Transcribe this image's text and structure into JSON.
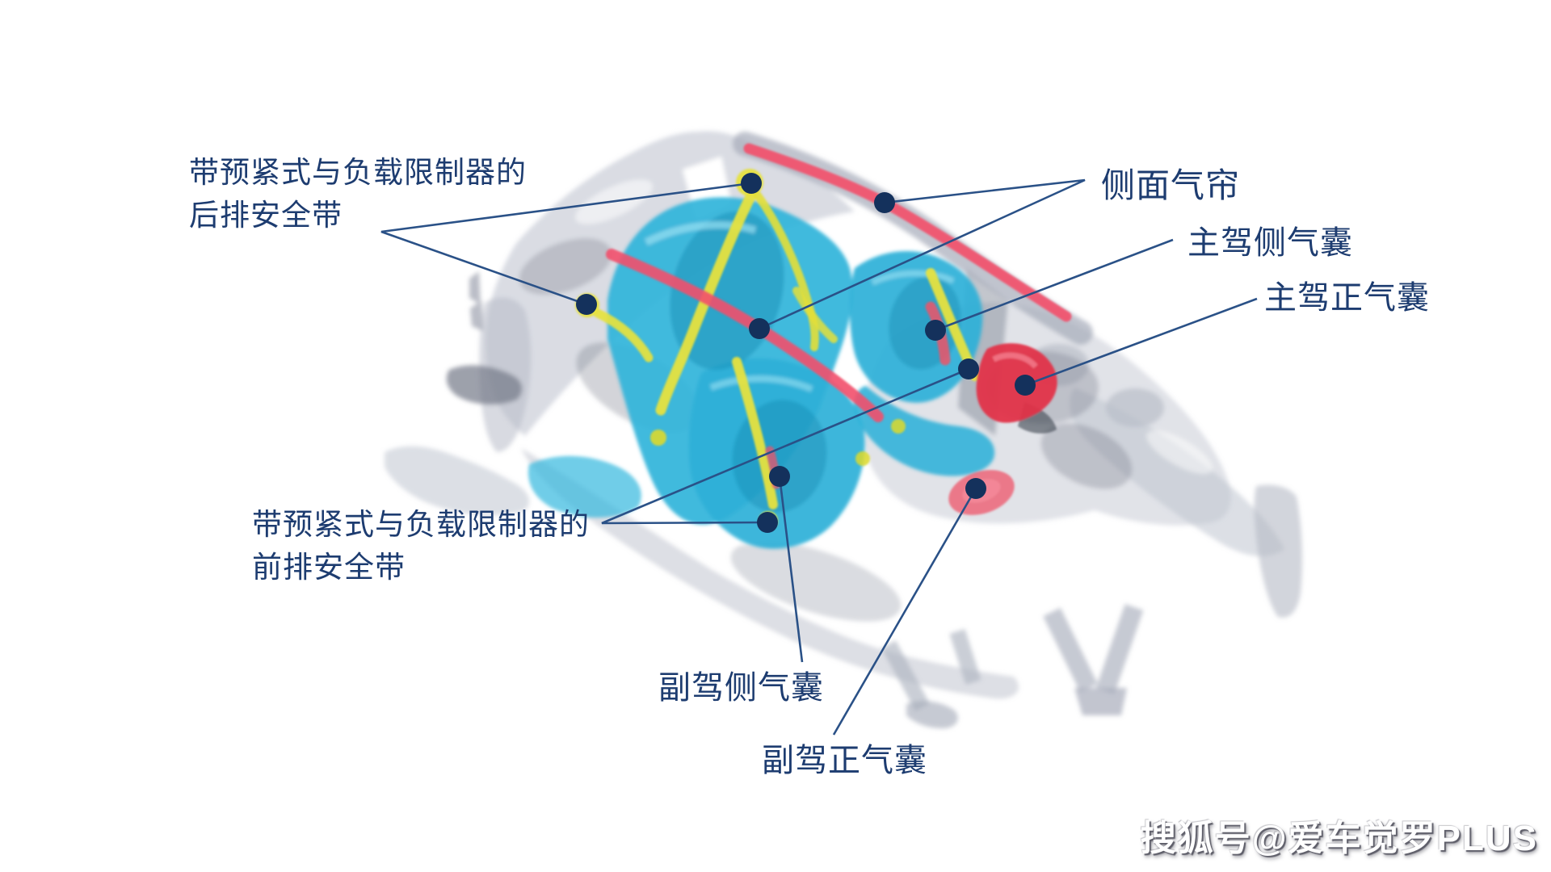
{
  "diagram": {
    "type": "car-safety-annotated-diagram",
    "labels": {
      "rear_seatbelts": {
        "line1": "带预紧式与负载限制器的",
        "line2": "后排安全带"
      },
      "side_curtain_airbag": {
        "text": "侧面气帘"
      },
      "driver_side_airbag": {
        "text": "主驾侧气囊"
      },
      "driver_front_airbag": {
        "text": "主驾正气囊"
      },
      "front_seatbelts": {
        "line1": "带预紧式与负载限制器的",
        "line2": "前排安全带"
      },
      "passenger_side_airbag": {
        "text": "副驾侧气囊"
      },
      "passenger_front_airbag": {
        "text": "副驾正气囊"
      }
    },
    "colors": {
      "label_text": "#1d3c70",
      "leader_line": "#2a5187",
      "callout_dot": "#14315c",
      "airbag_red": "#f2506b",
      "seatbelt_yellow": "#e6e23e",
      "seat_cyan": "#31b4da",
      "body_gray": "#c3c7d2",
      "background": "#ffffff"
    }
  },
  "watermark": {
    "text": "搜狐号@爱车觉罗PLUS"
  }
}
